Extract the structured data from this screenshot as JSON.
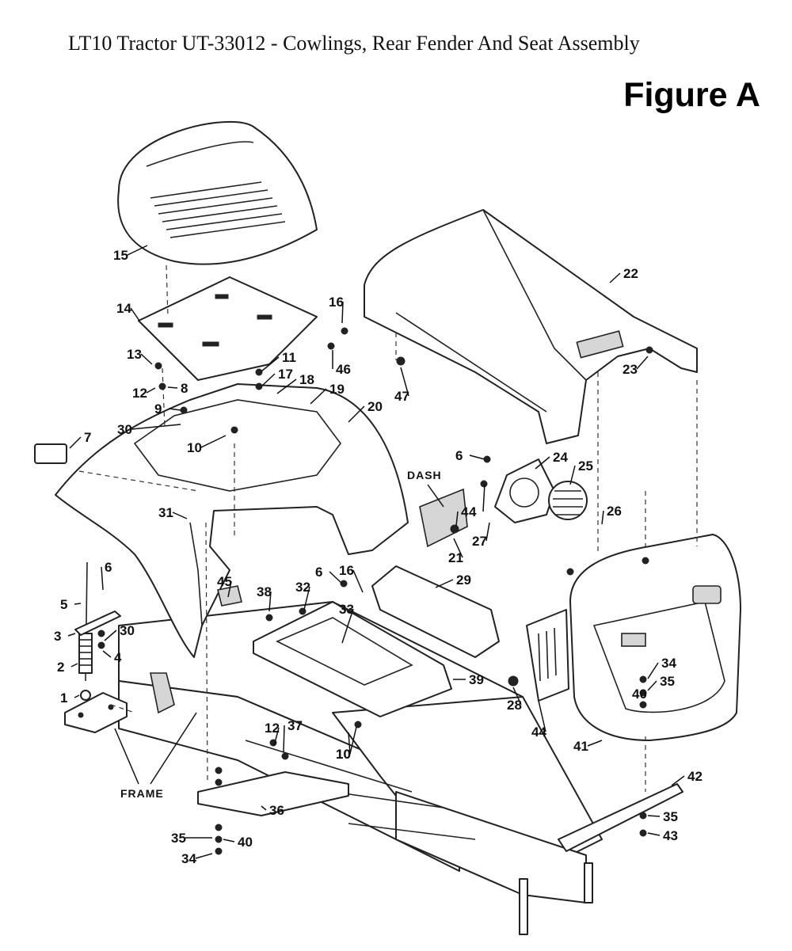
{
  "title": "LT10 Tractor UT-33012 - Cowlings, Rear Fender And Seat Assembly",
  "figure_label": "Figure A",
  "words": {
    "dash": "DASH",
    "frame": "FRAME"
  },
  "callouts": [
    "1",
    "2",
    "3",
    "4",
    "4",
    "4",
    "5",
    "6",
    "6",
    "6",
    "7",
    "8",
    "9",
    "10",
    "10",
    "10",
    "11",
    "12",
    "12",
    "13",
    "14",
    "15",
    "16",
    "16",
    "17",
    "18",
    "19",
    "20",
    "21",
    "22",
    "23",
    "24",
    "25",
    "26",
    "27",
    "28",
    "29",
    "30",
    "30",
    "31",
    "32",
    "33",
    "34",
    "34",
    "35",
    "35",
    "35",
    "36",
    "37",
    "38",
    "39",
    "40",
    "40",
    "41",
    "42",
    "43",
    "44",
    "45",
    "46",
    "47"
  ]
}
